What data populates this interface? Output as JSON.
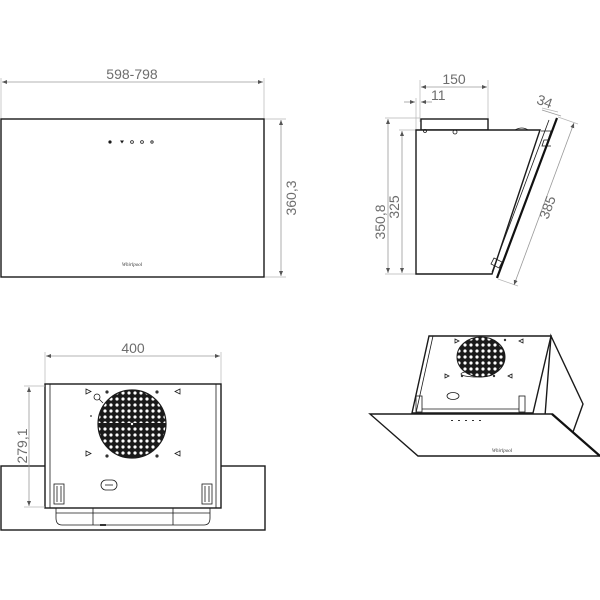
{
  "title": "Cooker hood dimension drawing",
  "colors": {
    "outline": "#1a1a1a",
    "dimension": "#9a9a9a",
    "dimension_text": "#6d6d6d",
    "background": "#ffffff"
  },
  "views": {
    "front": {
      "width_label": "598-798",
      "height_label": "360,3",
      "control_icons": [
        "power-dot",
        "fan-down-icon",
        "fan-level-icon",
        "fan-up-icon",
        "light-icon"
      ],
      "brand": "Whirlpool"
    },
    "side": {
      "depth_label": "150",
      "offset_label": "11",
      "panel_thickness_label": "34",
      "total_height_label": "350,8",
      "body_height_label": "325",
      "panel_length_label": "385"
    },
    "top": {
      "body_width_label": "400",
      "body_height_label": "279,1"
    },
    "perspective": {
      "brand": "Whirlpool"
    }
  }
}
